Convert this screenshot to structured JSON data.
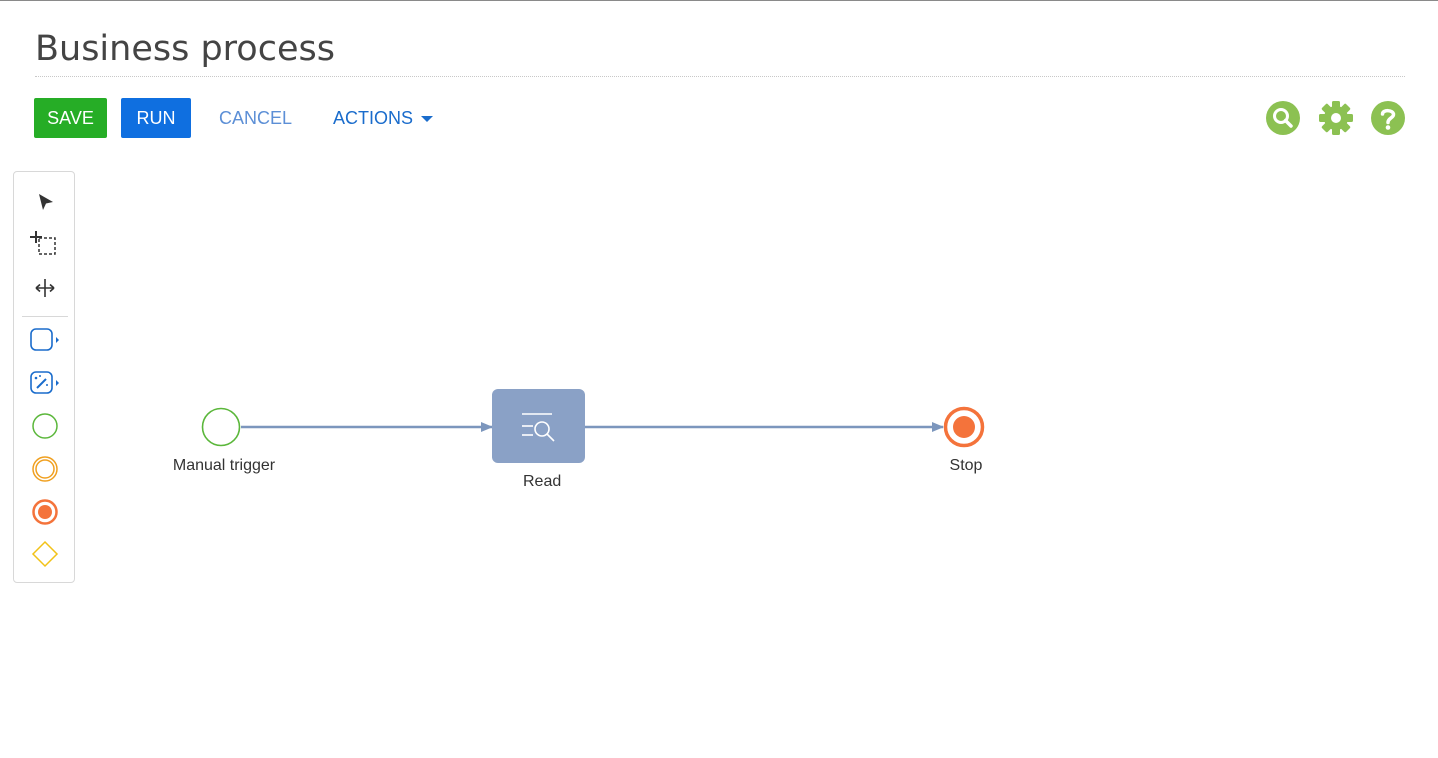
{
  "header": {
    "title": "Business process"
  },
  "toolbar": {
    "save_label": "SAVE",
    "run_label": "RUN",
    "cancel_label": "CANCEL",
    "actions_label": "ACTIONS"
  },
  "top_icons": [
    "search-icon",
    "gear-icon",
    "help-icon"
  ],
  "palette": {
    "tools": [
      "pointer-icon",
      "lasso-select-icon",
      "pan-icon"
    ],
    "elements": [
      "subprocess-icon",
      "script-task-icon",
      "start-event-icon",
      "intermediate-event-icon",
      "end-event-icon",
      "gateway-icon"
    ]
  },
  "diagram": {
    "nodes": [
      {
        "id": "start",
        "label": "Manual trigger"
      },
      {
        "id": "read",
        "label": "Read"
      },
      {
        "id": "stop",
        "label": "Stop"
      }
    ]
  },
  "colors": {
    "save": "#26ad26",
    "run": "#0f6fe0",
    "link": "#1a6ccc",
    "icon_green": "#8cc152",
    "start_event": "#5bb73b",
    "end_event": "#f4733b",
    "task": "#8aa1c6",
    "connector": "#7c96bd"
  }
}
